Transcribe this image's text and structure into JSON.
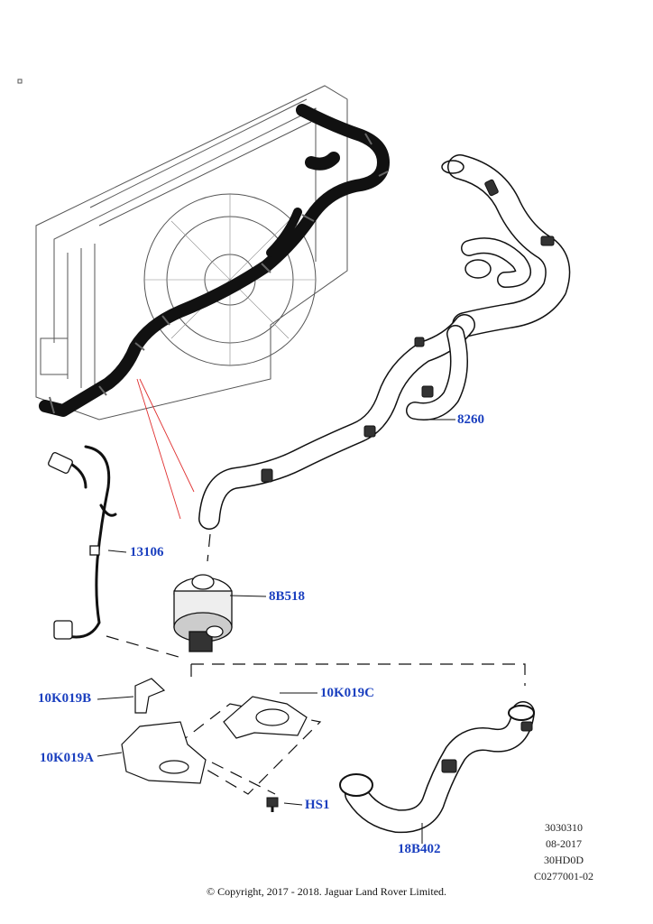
{
  "callouts": {
    "c8260": "8260",
    "c13106": "13106",
    "c8B518": "8B518",
    "c10K019C": "10K019C",
    "c10K019B": "10K019B",
    "c10K019A": "10K019A",
    "cHS1": "HS1",
    "c18B402": "18B402"
  },
  "meta": {
    "line1": "3030310",
    "line2": "08-2017",
    "line3": "30HD0D",
    "line4": "C0277001-02"
  },
  "copyright": "© Copyright, 2017 - 2018. Jaguar Land Rover Limited.",
  "colors": {
    "callout": "#1a3fbf",
    "leader": "#e03030",
    "ink": "#111111"
  }
}
